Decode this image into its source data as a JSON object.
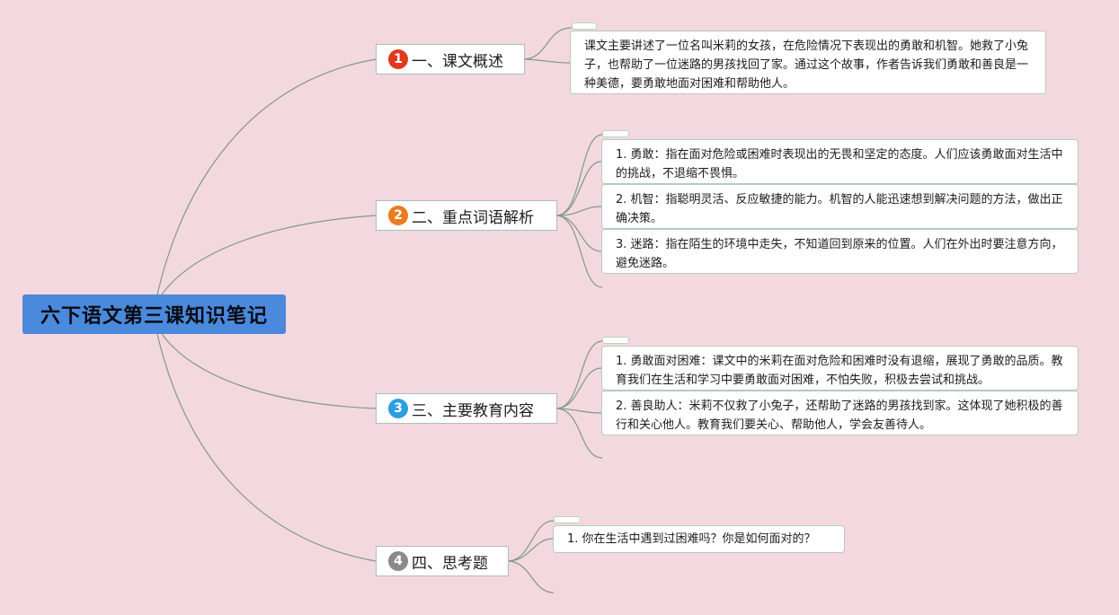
{
  "root": {
    "title": "六下语文第三课知识笔记"
  },
  "colors": {
    "background": "#f4d8df",
    "root_fill": "#4a89dc",
    "connector": "#7d998c",
    "badge_1": "#e03a1e",
    "badge_2": "#ec7a1f",
    "badge_3": "#2b9fe0",
    "badge_4": "#8a8a8a"
  },
  "branches": [
    {
      "number": "1",
      "label": "一、课文概述"
    },
    {
      "number": "2",
      "label": "二、重点词语解析"
    },
    {
      "number": "3",
      "label": "三、主要教育内容"
    },
    {
      "number": "4",
      "label": "四、思考题"
    }
  ],
  "leaves": {
    "overview": [
      {
        "text": "课文主要讲述了一位名叫米莉的女孩，在危险情况下表现出的勇敢和机智。她救了小兔子，也帮助了一位迷路的男孩找回了家。通过这个故事，作者告诉我们勇敢和善良是一种美德，要勇敢地面对困难和帮助他人。"
      }
    ],
    "vocabulary": [
      {
        "text": "1. 勇敢：指在面对危险或困难时表现出的无畏和坚定的态度。人们应该勇敢面对生活中的挑战，不退缩不畏惧。"
      },
      {
        "text": "2. 机智：指聪明灵活、反应敏捷的能力。机智的人能迅速想到解决问题的方法，做出正确决策。"
      },
      {
        "text": "3. 迷路：指在陌生的环境中走失，不知道回到原来的位置。人们在外出时要注意方向，避免迷路。"
      }
    ],
    "education": [
      {
        "text": "1. 勇敢面对困难：课文中的米莉在面对危险和困难时没有退缩，展现了勇敢的品质。教育我们在生活和学习中要勇敢面对困难，不怕失败，积极去尝试和挑战。"
      },
      {
        "text": "2. 善良助人：米莉不仅救了小兔子，还帮助了迷路的男孩找到家。这体现了她积极的善行和关心他人。教育我们要关心、帮助他人，学会友善待人。"
      }
    ],
    "questions": [
      {
        "text": "1. 你在生活中遇到过困难吗？你是如何面对的？"
      }
    ]
  }
}
